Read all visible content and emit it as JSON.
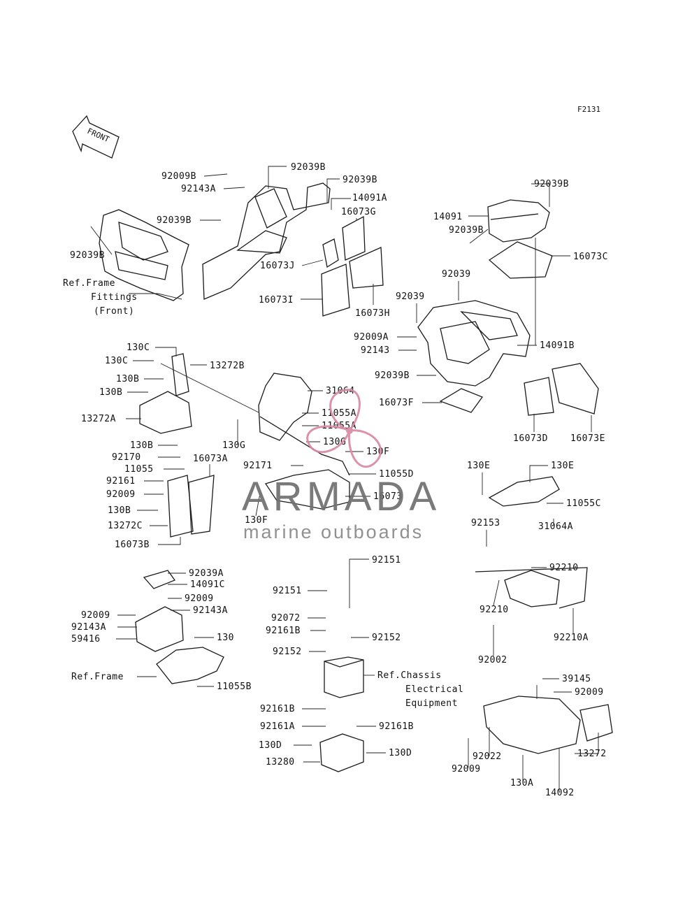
{
  "diagram": {
    "figure_code": "F2131",
    "front_arrow_text": "FRONT",
    "watermark": {
      "brand": "ARMADA",
      "tagline": "marine outboards",
      "accent_color": "#d98aa6",
      "brand_color": "#6f6f6f"
    },
    "part_labels": [
      "92009B",
      "92143A",
      "92039B",
      "92039B",
      "14091A",
      "92039B",
      "16073G",
      "92039B",
      "16073J",
      "16073I",
      "16073H",
      "92039B",
      "14091",
      "92039B",
      "16073C",
      "92039",
      "92039",
      "92009A",
      "92143",
      "14091B",
      "92039B",
      "16073F",
      "16073D",
      "16073E",
      "130C",
      "130C",
      "13272B",
      "130B",
      "130B",
      "13272A",
      "31064",
      "11055A",
      "11055A",
      "130G",
      "130G",
      "130F",
      "92171",
      "11055D",
      "16073",
      "130F",
      "130B",
      "92170",
      "11055",
      "16073A",
      "92161",
      "92009",
      "130B",
      "13272C",
      "16073B",
      "130E",
      "130E",
      "11055C",
      "92153",
      "31064A",
      "92210",
      "92210",
      "92210A",
      "92002",
      "92039A",
      "14091C",
      "92009",
      "92143A",
      "92009",
      "92143A",
      "59416",
      "130",
      "11055B",
      "92151",
      "92151",
      "92072",
      "92161B",
      "92152",
      "92152",
      "92161B",
      "92161A",
      "92161B",
      "130D",
      "130D",
      "13280",
      "39145",
      "92009",
      "92022",
      "92009",
      "13272",
      "130A",
      "14092"
    ],
    "reference_notes": [
      "Ref.Frame",
      "Fittings",
      "(Front)",
      "Ref.Frame",
      "Ref.Chassis",
      "Electrical",
      "Equipment"
    ]
  }
}
